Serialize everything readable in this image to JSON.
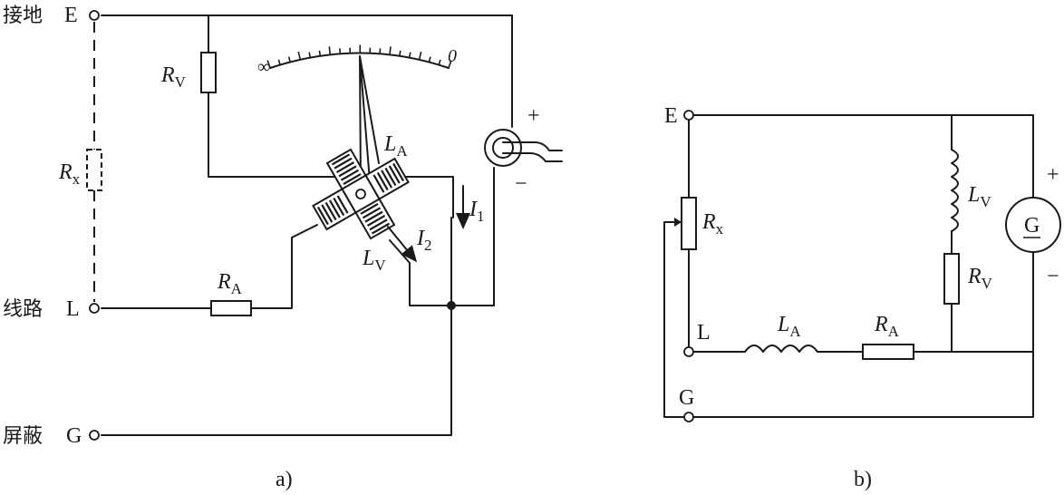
{
  "diagram_a": {
    "terminals": {
      "earth_cn": "接地",
      "earth_letter": "E",
      "line_cn": "线路",
      "line_letter": "L",
      "guard_cn": "屏蔽",
      "guard_letter": "G"
    },
    "rx": {
      "main": "R",
      "sub": "x"
    },
    "rv": {
      "main": "R",
      "sub": "V"
    },
    "ra": {
      "main": "R",
      "sub": "A"
    },
    "la": {
      "main": "L",
      "sub": "A"
    },
    "lv": {
      "main": "L",
      "sub": "V"
    },
    "i1": {
      "main": "I",
      "sub": "1"
    },
    "i2": {
      "main": "I",
      "sub": "2"
    },
    "scale_left": "∞",
    "scale_right": "0",
    "plus": "+",
    "minus": "−",
    "caption": "a)"
  },
  "diagram_b": {
    "e": "E",
    "l": "L",
    "g": "G",
    "rx": {
      "main": "R",
      "sub": "x"
    },
    "lv": {
      "main": "L",
      "sub": "V"
    },
    "rv": {
      "main": "R",
      "sub": "V"
    },
    "la": {
      "main": "L",
      "sub": "A"
    },
    "ra": {
      "main": "R",
      "sub": "A"
    },
    "generator": "G",
    "plus": "+",
    "minus": "−",
    "caption": "b)"
  }
}
